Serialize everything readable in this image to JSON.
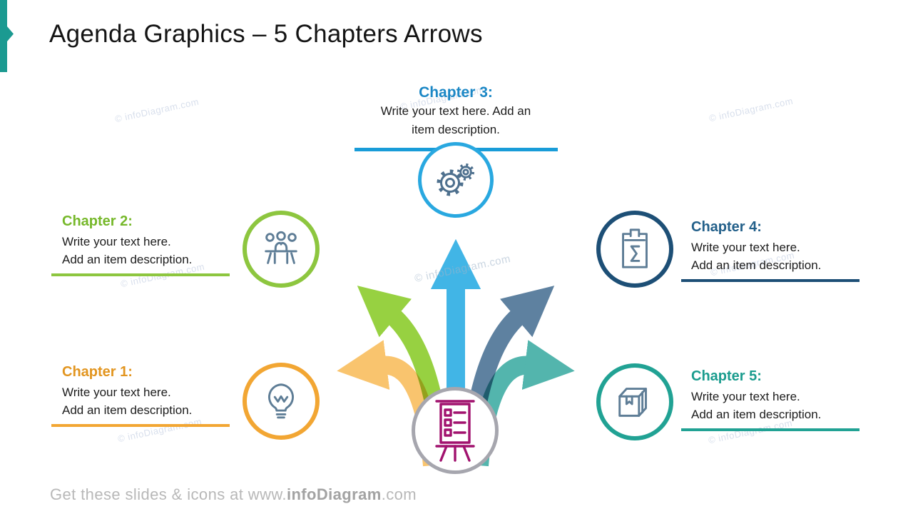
{
  "slide": {
    "title": "Agenda Graphics – 5 Chapters Arrows",
    "accent_color": "#1b9a91",
    "watermark_text": "© infoDiagram.com",
    "footer": {
      "prefix": "Get these slides & icons at www.",
      "brand": "infoDiagram",
      "suffix": ".com"
    }
  },
  "center_hub": {
    "icon": "flipchart-easel-icon",
    "ring_color": "#a6a6ae",
    "icon_color": "#a1126e"
  },
  "icon_stroke_color": "#5e7d96",
  "chapters": [
    {
      "label": "Chapter 1:",
      "line1": "Write your text here.",
      "line2": "Add an item description.",
      "position": "bottom-left",
      "icon": "lightbulb-icon",
      "title_color": "#e2951f",
      "circle_color": "#f2a633",
      "arrow_color": "#f9c46e"
    },
    {
      "label": "Chapter 2:",
      "line1": "Write your text here.",
      "line2": "Add an item description.",
      "position": "middle-left",
      "icon": "meeting-icon",
      "title_color": "#76b82a",
      "circle_color": "#8dc63f",
      "arrow_color": "#97d141"
    },
    {
      "label": "Chapter 3:",
      "line1": "Write your text here. Add an",
      "line2": "item description.",
      "position": "top-center",
      "icon": "gears-icon",
      "title_color": "#1b87c5",
      "circle_color": "#29a8e0",
      "arrow_color": "#41b5e6",
      "connector_color": "#199cd8"
    },
    {
      "label": "Chapter 4:",
      "line1": "Write your text here.",
      "line2": "Add an item description.",
      "position": "middle-right",
      "icon": "clipboard-sum-icon",
      "title_color": "#23608a",
      "circle_color": "#1d4f76",
      "arrow_color": "#5e81a0"
    },
    {
      "label": "Chapter 5:",
      "line1": "Write your text here.",
      "line2": "Add an item description.",
      "position": "bottom-right",
      "icon": "box-icon",
      "title_color": "#1a9c8e",
      "circle_color": "#21a294",
      "arrow_color": "#53b5ad"
    }
  ]
}
